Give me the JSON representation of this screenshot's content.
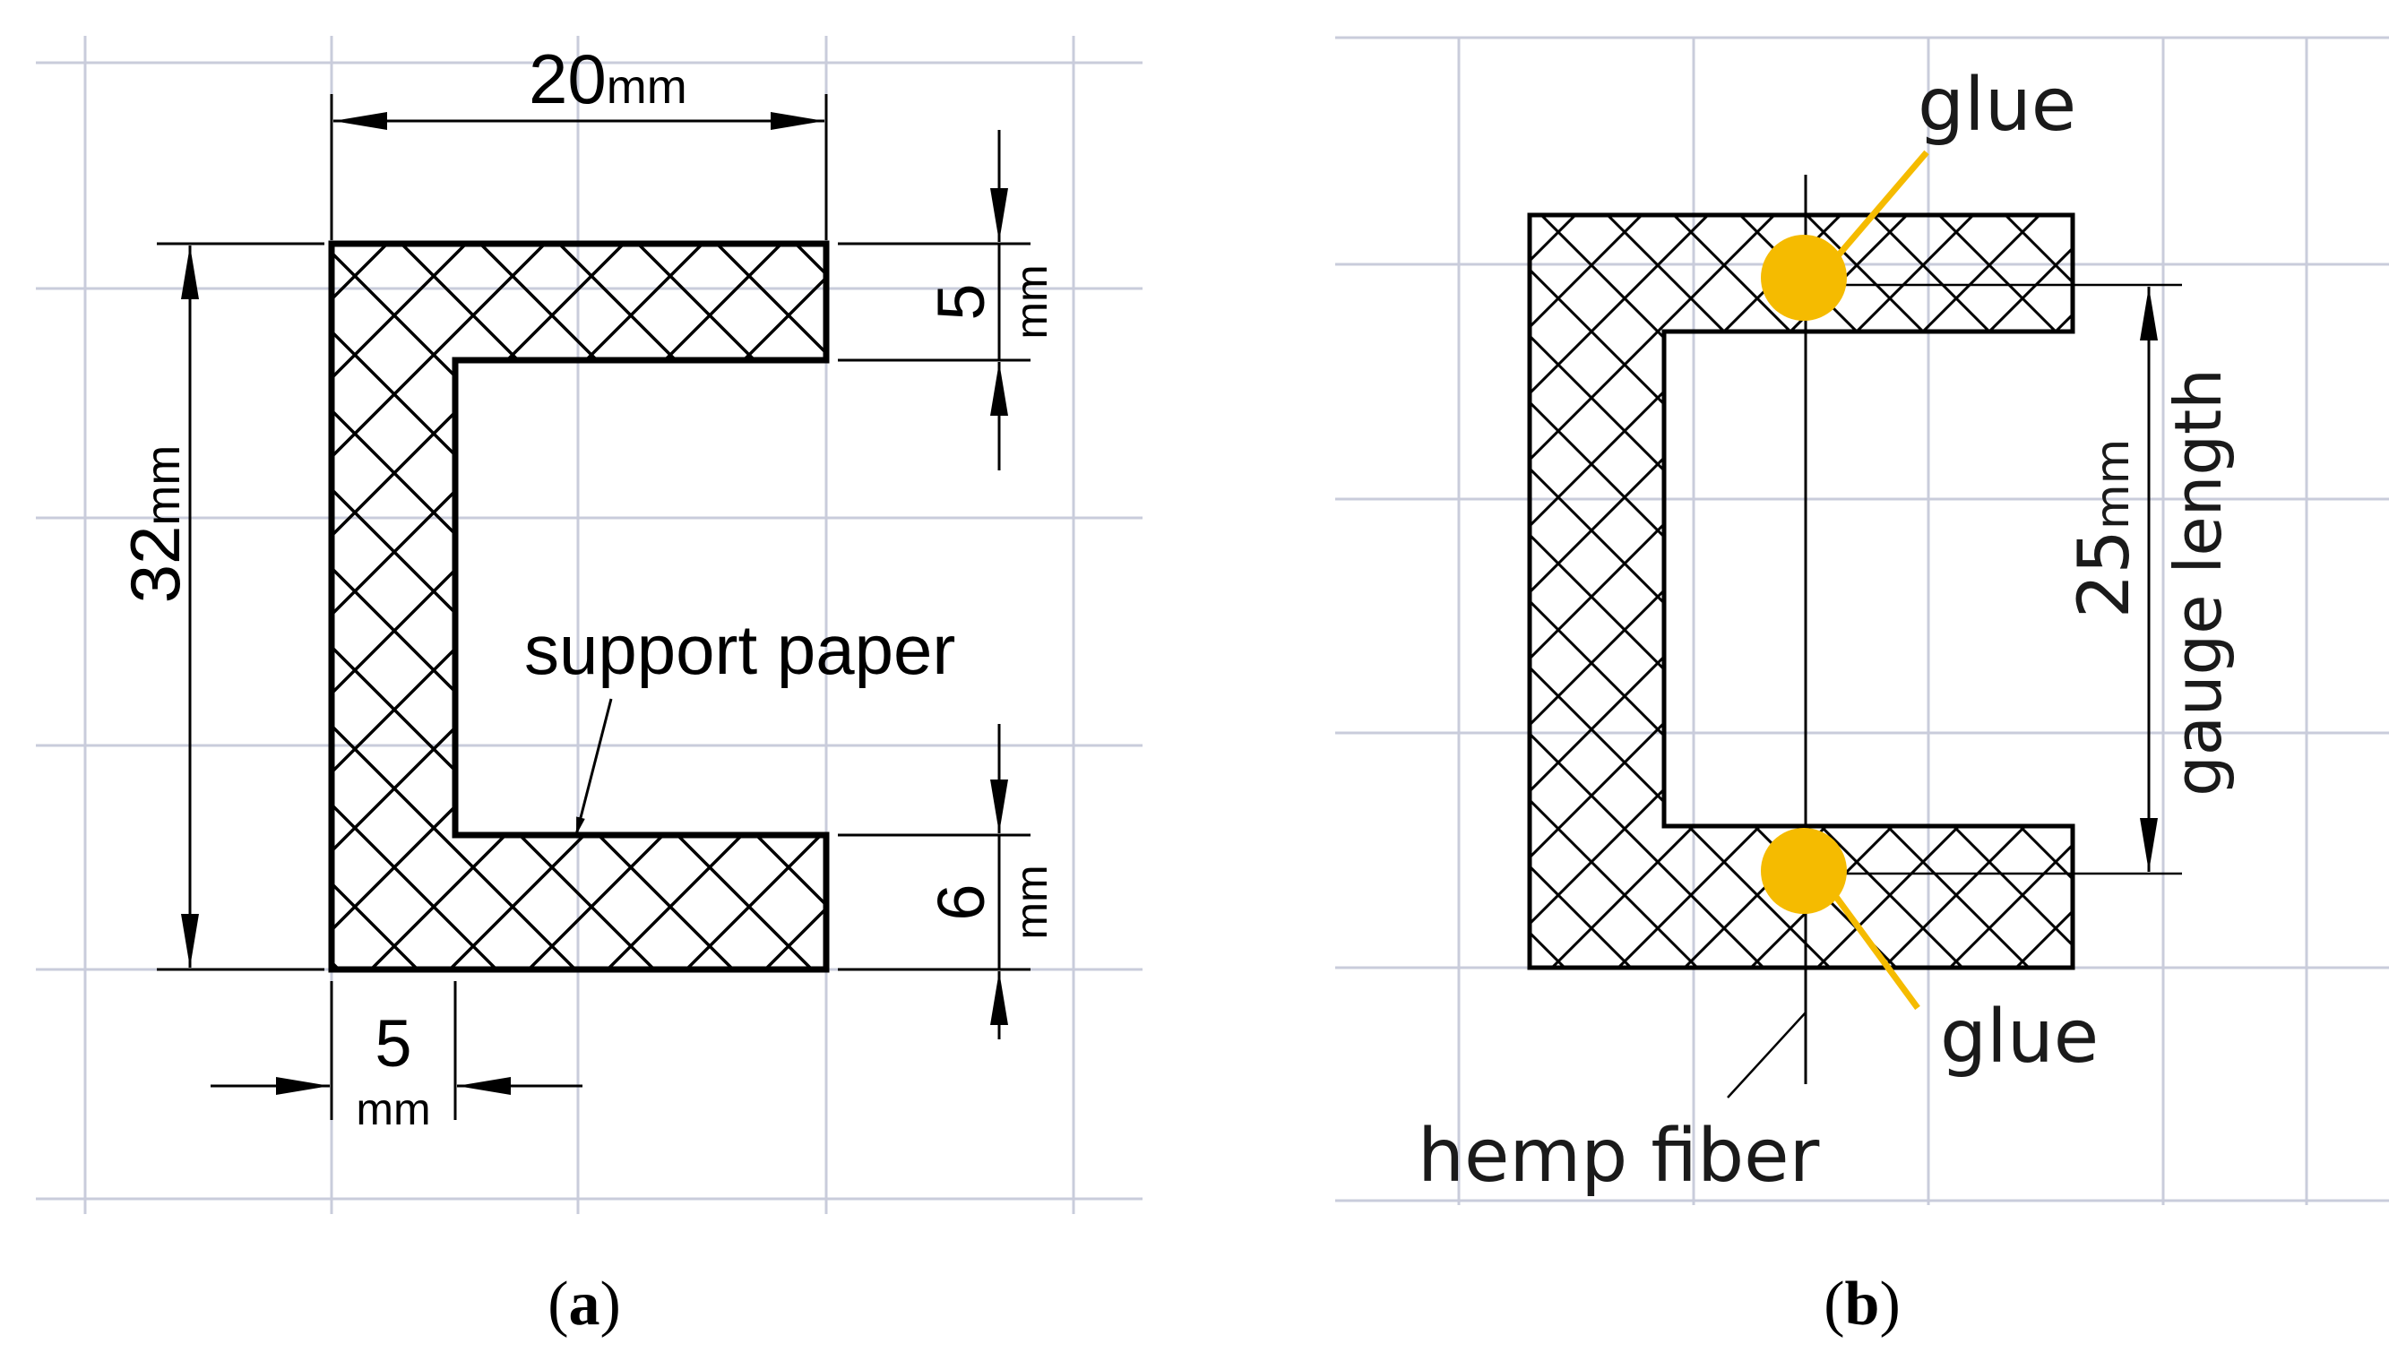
{
  "panel_a": {
    "caption_letter": "a",
    "dim_width_value": "20",
    "dim_width_unit": "mm",
    "dim_height_value": "32",
    "dim_height_unit": "mm",
    "dim_top_arm_value": "5",
    "dim_top_arm_unit": "mm",
    "dim_bottom_arm_value": "6",
    "dim_bottom_arm_unit": "mm",
    "dim_spine_value": "5",
    "dim_spine_unit": "mm",
    "support_label": "support paper"
  },
  "panel_b": {
    "caption_letter": "b",
    "glue_top_label": "glue",
    "glue_bottom_label": "glue",
    "fiber_label": "hemp fiber",
    "gauge_value": "25",
    "gauge_unit": "mm",
    "gauge_label": "gauge length",
    "glue_color": "#f5bb00"
  },
  "colors": {
    "grid": "#c9ccdb",
    "outline": "#000000"
  }
}
